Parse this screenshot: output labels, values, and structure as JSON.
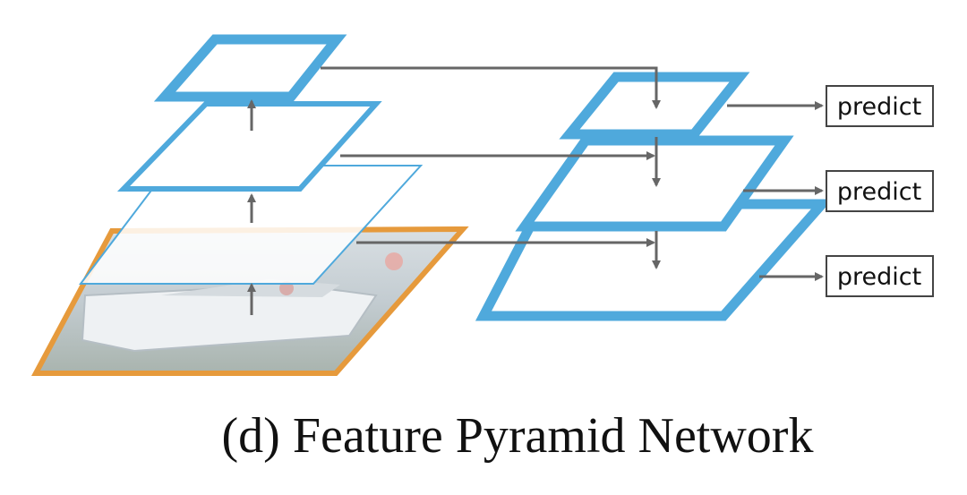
{
  "colors": {
    "pyramid_blue": "#4FA9DC",
    "image_border": "#E69A3C",
    "arrow": "#666666",
    "predict_border": "#444444",
    "text": "#111111"
  },
  "outputs": {
    "top": "predict",
    "middle": "predict",
    "bottom": "predict"
  },
  "caption": "(d) Feature Pyramid Network"
}
